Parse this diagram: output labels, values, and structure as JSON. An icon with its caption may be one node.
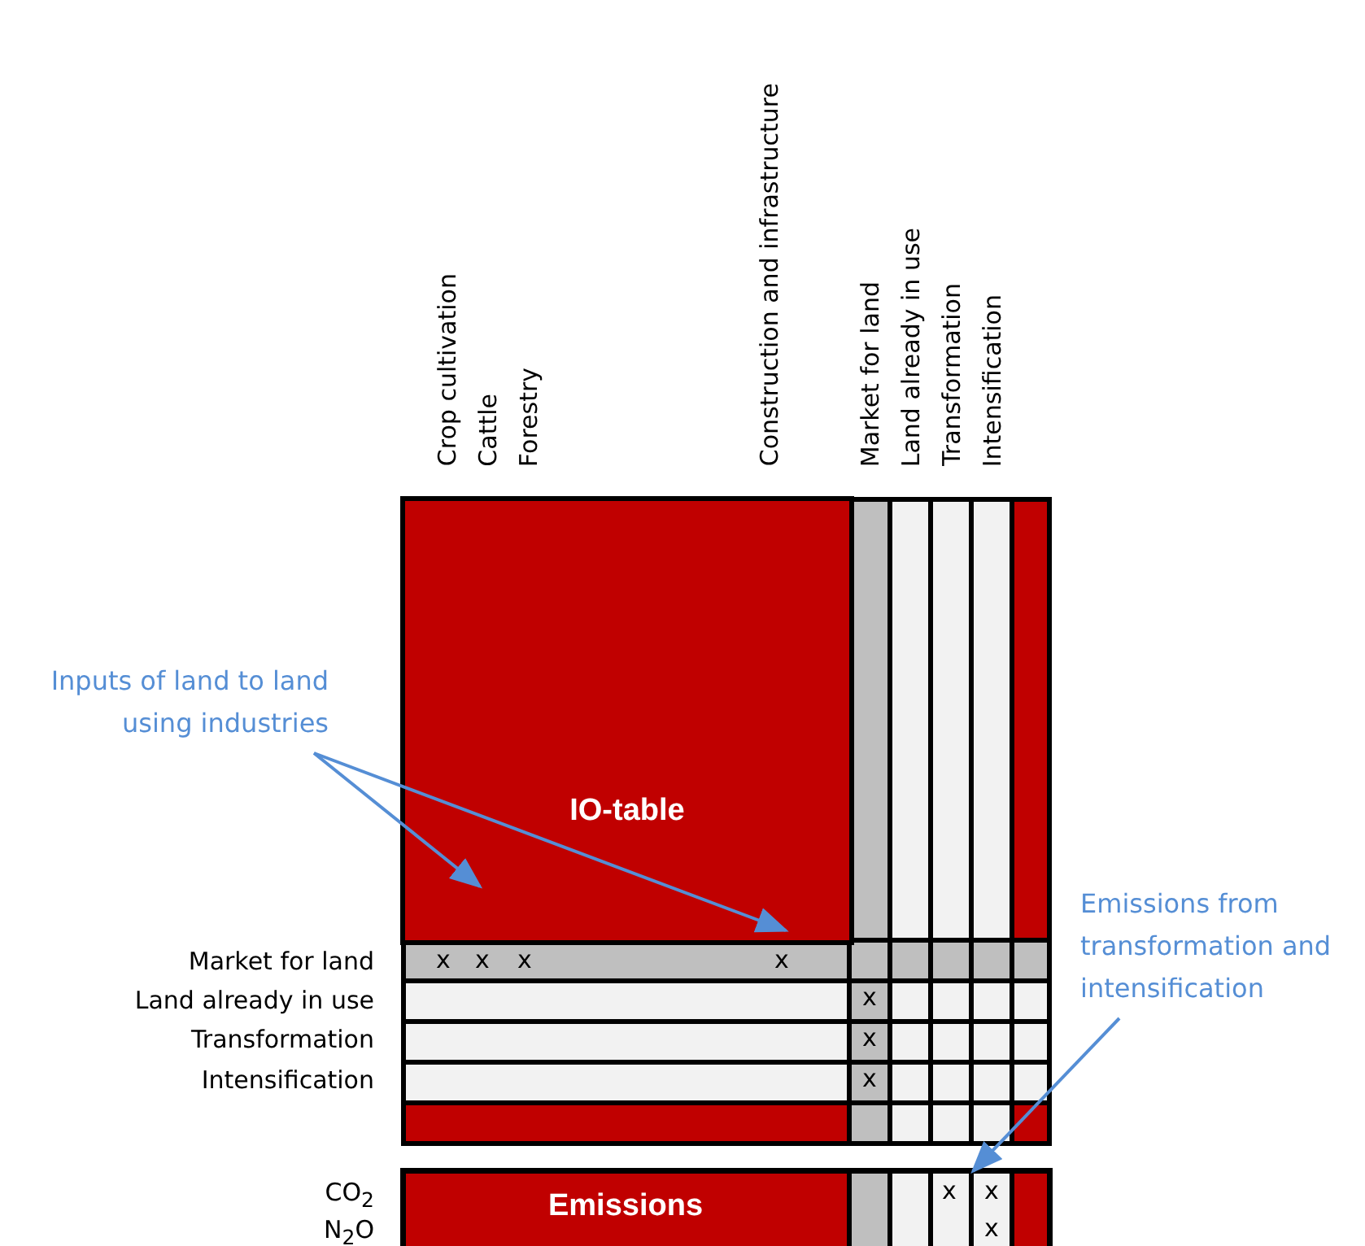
{
  "diagram": {
    "nodes": [
      {
        "text": [
          "Inputs of land to land using industries"
        ]
      },
      {
        "text": [
          "Emissions from transformation and intensification"
        ]
      },
      {
        "text": [
          "IO-table"
        ]
      },
      {
        "text": [
          "Emissions"
        ]
      }
    ],
    "edges": [
      {
        "from": 0,
        "to": 2,
        "arrow": "to"
      },
      {
        "from": 0,
        "to": 2,
        "arrow": "to"
      },
      {
        "from": 1,
        "to": 3,
        "arrow": "to"
      }
    ],
    "labels": [
      "Crop cultivation",
      "Cattle",
      "Forestry",
      "Construction and infrastructure",
      "Market for land",
      "Land already in use",
      "Transformation",
      "Intensification",
      "Market for land",
      "x",
      "x",
      "x",
      "x",
      "Land already in use",
      "x",
      "Transformation",
      "x",
      "Intensification",
      "x",
      "CO$_{2}$",
      "x",
      "x",
      "N$_{2}$O",
      "x"
    ]
  }
}
